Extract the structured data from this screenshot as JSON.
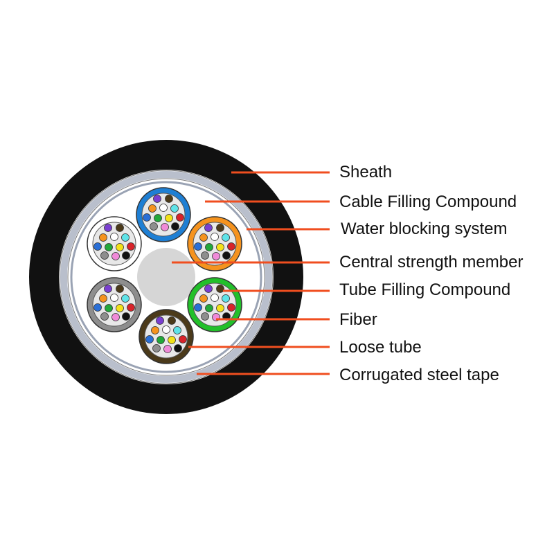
{
  "diagram": {
    "labels": [
      {
        "key": "sheath",
        "text": "Sheath"
      },
      {
        "key": "cable-filling-compound",
        "text": "Cable Filling Compound"
      },
      {
        "key": "water-blocking-system",
        "text": "Water blocking system"
      },
      {
        "key": "central-strength-member",
        "text": "Central strength member"
      },
      {
        "key": "tube-filling-compound",
        "text": "Tube Filling Compound"
      },
      {
        "key": "fiber",
        "text": "Fiber"
      },
      {
        "key": "loose-tube",
        "text": "Loose tube"
      },
      {
        "key": "corrugated-steel-tape",
        "text": "Corrugated steel tape"
      }
    ],
    "tube_colors": [
      "#1e7fd4",
      "#f5931e",
      "#22c02a",
      "#4b3a1a",
      "#8e8e8e",
      "#ffffff"
    ],
    "fiber_colors": [
      "#7a3fd0",
      "#4b3a1a",
      "#f5931e",
      "#ffffff",
      "#5fe3e8",
      "#2a6fd6",
      "#22a83a",
      "#f3e21a",
      "#d8232a",
      "#8e8e8e",
      "#f08ad8",
      "#111111"
    ],
    "colors": {
      "sheath": "#111111",
      "steel_tape": "#b9bfcc",
      "filling": "#ffffff",
      "central_member": "#d6d6d6",
      "leader": "#f04e1f",
      "tube_filling": "#e8e8e8"
    }
  }
}
